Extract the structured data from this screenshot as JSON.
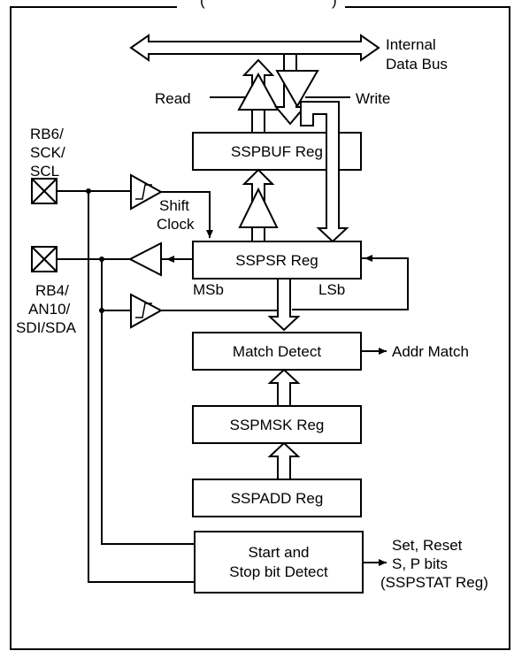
{
  "title_fragment": "(",
  "title_fragment_right": ")",
  "bus_label_line1": "Internal",
  "bus_label_line2": "Data Bus",
  "read_label": "Read",
  "write_label": "Write",
  "rb6_line1": "RB6/",
  "rb6_line2": "SCK/",
  "rb6_line3": "SCL",
  "rb4_line1": "RB4/",
  "rb4_line2": "AN10/",
  "rb4_line3": "SDI/SDA",
  "shift_line1": "Shift",
  "shift_line2": "Clock",
  "msb_label": "MSb",
  "lsb_label": "LSb",
  "sspbuf": "SSPBUF Reg",
  "sspsr": "SSPSR Reg",
  "match_detect": "Match Detect",
  "addr_match": "Addr Match",
  "sspmsk": "SSPMSK Reg",
  "sspadd": "SSPADD Reg",
  "start_stop_line1": "Start and",
  "start_stop_line2": "Stop bit Detect",
  "status_line1": "Set, Reset",
  "status_line2": "S, P bits",
  "status_line3": "(SSPSTAT Reg)"
}
